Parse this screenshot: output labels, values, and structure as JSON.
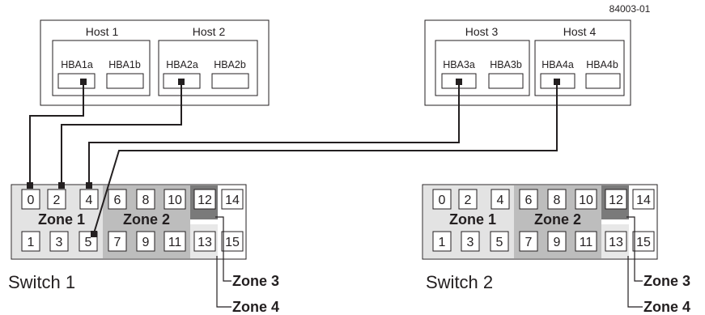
{
  "figure_id": "84003-01",
  "colors": {
    "line": "#231f20",
    "zone1": "#e3e3e3",
    "zone2": "#bdbdbd",
    "zone3": "#7a7a7a",
    "zone4": "#e8e8e8",
    "background": "#ffffff"
  },
  "hosts": [
    {
      "id": "host1",
      "name": "Host 1",
      "hbas": [
        "HBA1a",
        "HBA1b"
      ]
    },
    {
      "id": "host2",
      "name": "Host 2",
      "hbas": [
        "HBA2a",
        "HBA2b"
      ]
    },
    {
      "id": "host3",
      "name": "Host 3",
      "hbas": [
        "HBA3a",
        "HBA3b"
      ]
    },
    {
      "id": "host4",
      "name": "Host 4",
      "hbas": [
        "HBA4a",
        "HBA4b"
      ]
    }
  ],
  "switches": [
    {
      "id": "switch1",
      "name": "Switch 1",
      "top_ports": [
        "0",
        "2",
        "4",
        "6",
        "8",
        "10",
        "12",
        "14"
      ],
      "bottom_ports": [
        "1",
        "3",
        "5",
        "7",
        "9",
        "11",
        "13",
        "15"
      ],
      "zone_labels": [
        "Zone 1",
        "Zone 2"
      ],
      "callouts": [
        "Zone 3",
        "Zone 4"
      ]
    },
    {
      "id": "switch2",
      "name": "Switch 2",
      "top_ports": [
        "0",
        "2",
        "4",
        "6",
        "8",
        "10",
        "12",
        "14"
      ],
      "bottom_ports": [
        "1",
        "3",
        "5",
        "7",
        "9",
        "11",
        "13",
        "15"
      ],
      "zone_labels": [
        "Zone 1",
        "Zone 2"
      ],
      "callouts": [
        "Zone 3",
        "Zone 4"
      ]
    }
  ],
  "connections": [
    {
      "hba": "HBA1a",
      "switch": "Switch 1",
      "port": "0"
    },
    {
      "hba": "HBA2a",
      "switch": "Switch 1",
      "port": "2"
    },
    {
      "hba": "HBA3a",
      "switch": "Switch 1",
      "port": "4"
    },
    {
      "hba": "HBA4a",
      "switch": "Switch 1",
      "port": "5"
    }
  ]
}
